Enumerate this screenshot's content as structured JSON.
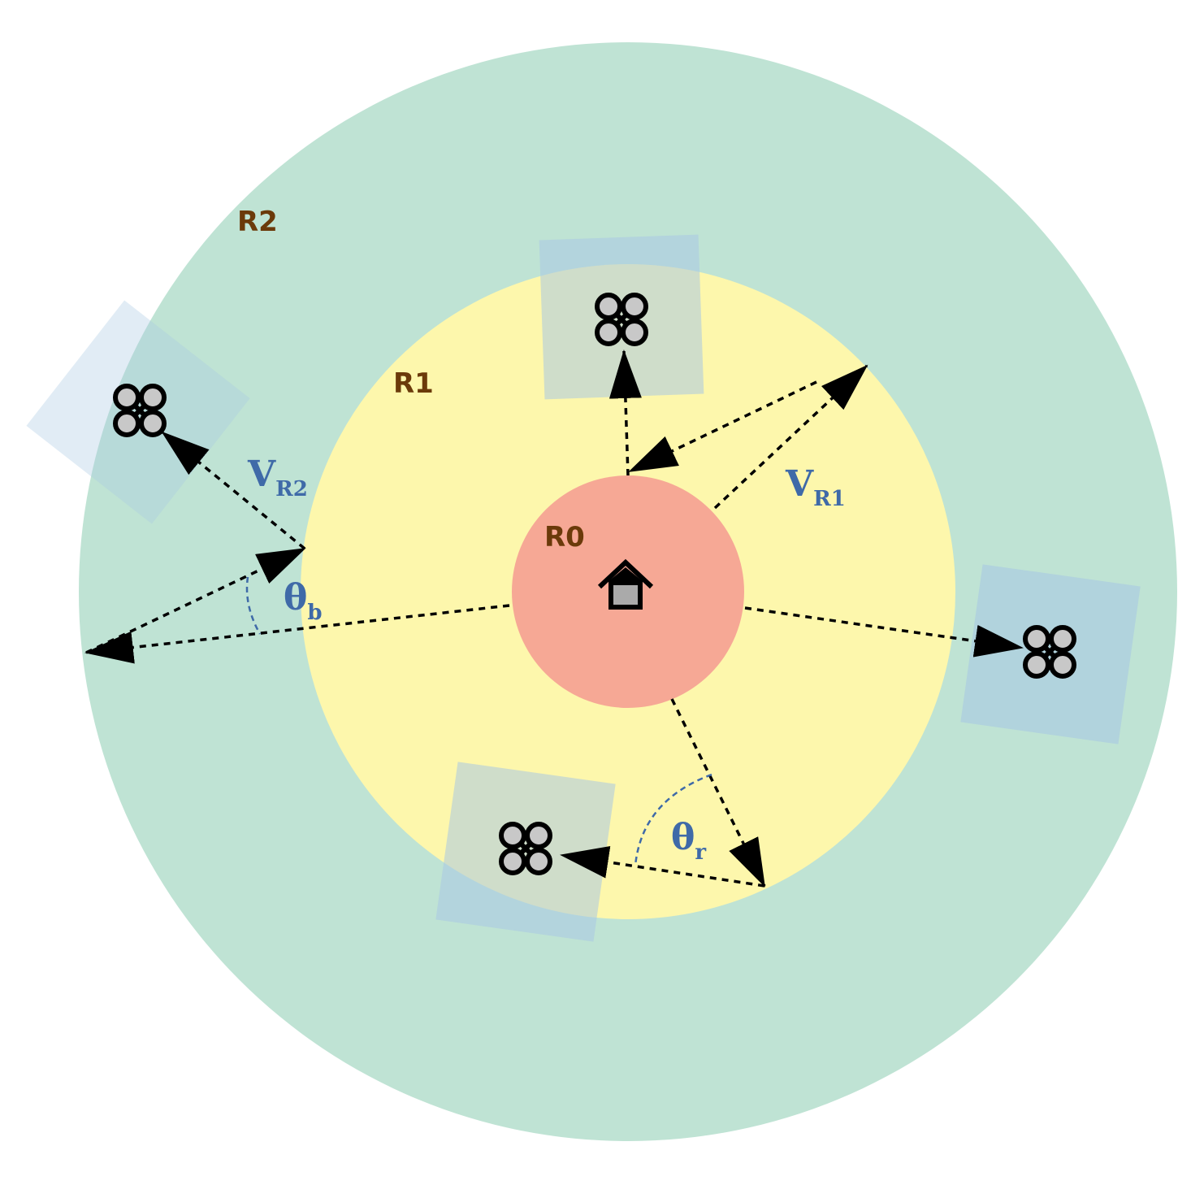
{
  "colors": {
    "r2_zone": "#bfe3d4",
    "r1_zone": "#fdf7ac",
    "r0_zone": "#f6a895",
    "region_label": "#6b3a0a",
    "math_label": "#3f6aa8",
    "drone_patch": "#a9c8e3",
    "arrow": "#000000",
    "drone_rotor": "#c8c8c8",
    "home_fill": "#aaaaaa"
  },
  "regions": {
    "r2": "R2",
    "r1": "R1",
    "r0": "R0"
  },
  "labels": {
    "v_r2": {
      "main": "V",
      "sub": "R2"
    },
    "v_r1": {
      "main": "V",
      "sub": "R1"
    },
    "theta_b": {
      "main": "θ",
      "sub": "b"
    },
    "theta_r": {
      "main": "θ",
      "sub": "r"
    }
  },
  "icons": {
    "home": "home-icon",
    "drone": "drone-icon"
  }
}
